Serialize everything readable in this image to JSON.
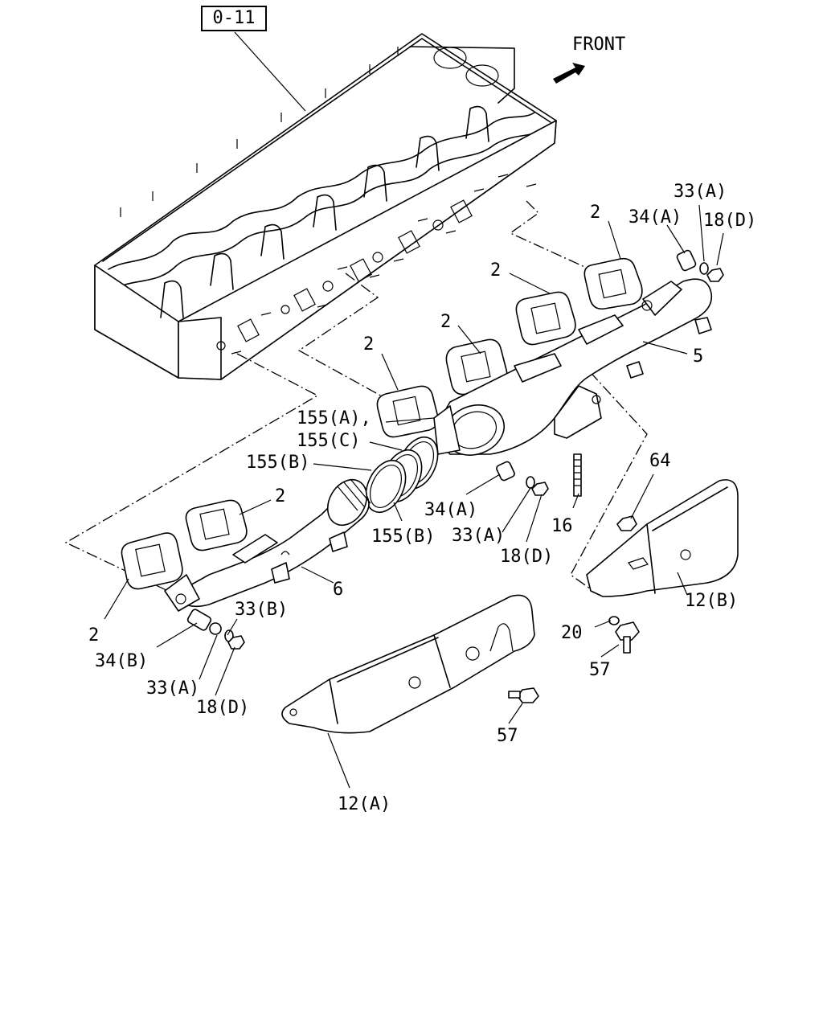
{
  "reference": "0-11",
  "direction": "FRONT",
  "labels": {
    "gasket_right_top": "2",
    "gasket_mid_1": "2",
    "gasket_mid_2": "2",
    "gasket_mid_3": "2",
    "gasket_left_1": "2",
    "gasket_left_2": "2",
    "stud_34a_top": "34(A)",
    "washer_33a_top": "33(A)",
    "nut_18d_top": "18(D)",
    "manifold_rear": "5",
    "seal_155a": "155(A),",
    "seal_155c": "155(C)",
    "seal_155b_left": "155(B)",
    "seal_155b_bottom": "155(B)",
    "stud_34a_mid": "34(A)",
    "washer_33a_mid": "33(A)",
    "nut_18d_mid": "18(D)",
    "stud_16": "16",
    "nut_64": "64",
    "heat_shield_b": "12(B)",
    "manifold_front": "6",
    "washer_33b": "33(B)",
    "stud_34b": "34(B)",
    "washer_33a_bottom": "33(A)",
    "nut_18d_bottom": "18(D)",
    "washer_20": "20",
    "bolt_57_right": "57",
    "bolt_57_left": "57",
    "heat_shield_a": "12(A)"
  }
}
